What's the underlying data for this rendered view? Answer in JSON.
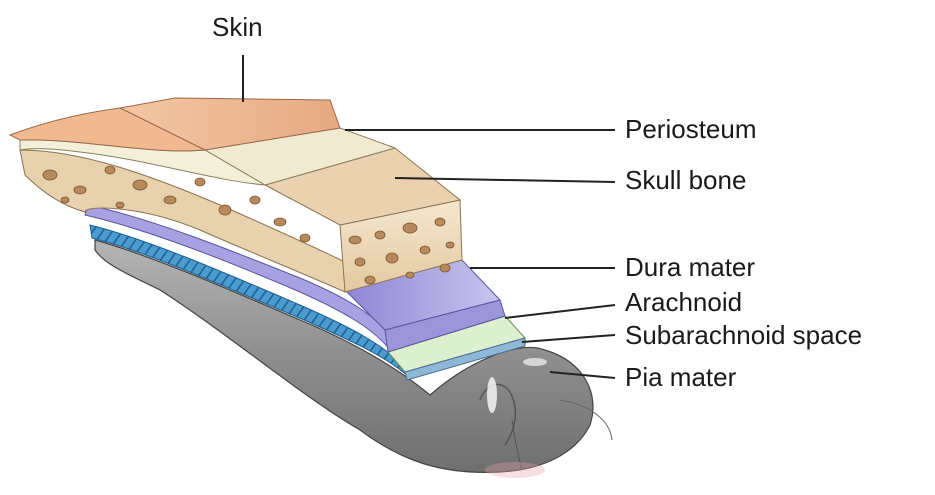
{
  "labels": {
    "skin": "Skin",
    "periosteum": "Periosteum",
    "skull_bone": "Skull bone",
    "dura_mater": "Dura mater",
    "arachnoid": "Arachnoid",
    "subarachnoid_space": "Subarachnoid space",
    "pia_mater": "Pia mater"
  },
  "colors": {
    "skin": "#e9b48f",
    "periosteum": "#f1ead0",
    "bone": "#e9d3b0",
    "dura": "#b7b4e4",
    "arachnoid": "#dcefcf",
    "subarachnoid": "#3b8fc4",
    "pia": "#9a9a9a",
    "brain": "#8d8d8d"
  }
}
